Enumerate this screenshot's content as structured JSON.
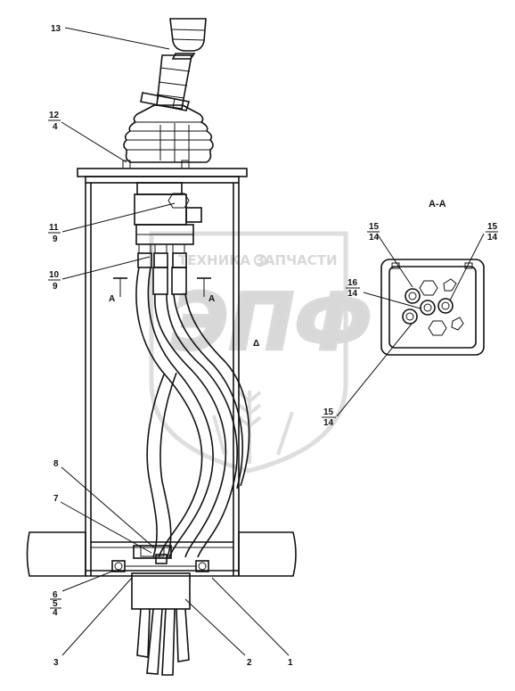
{
  "section_title": "А-А",
  "section_mark_left": "А",
  "section_mark_right": "А",
  "watermark": {
    "brand_line": "ТЕХНИКА   ЗАПЧАСТИ",
    "logo_text": "ЭПФ"
  },
  "callouts": {
    "c13": "13",
    "c12_top": "12",
    "c12_bot": "4",
    "c11_top": "11",
    "c11_bot": "9",
    "c10_top": "10",
    "c10_bot": "9",
    "c8": "8",
    "c7": "7",
    "c654_a": "6",
    "c654_b": "5",
    "c654_c": "4",
    "c3": "3",
    "c2": "2",
    "c1": "1",
    "aa_tl_top": "15",
    "aa_tl_bot": "14",
    "aa_tr_top": "15",
    "aa_tr_bot": "14",
    "aa_ml_top": "16",
    "aa_ml_bot": "14",
    "aa_br_top": "15",
    "aa_br_bot": "14"
  },
  "small_mark": "Δ"
}
